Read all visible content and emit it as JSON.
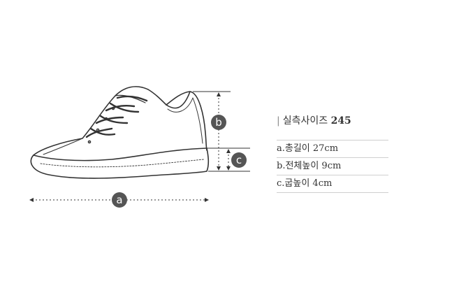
{
  "diagram": {
    "labels": {
      "a": "a",
      "b": "b",
      "c": "c"
    }
  },
  "spec": {
    "heading_prefix": "실측사이즈",
    "size": "245",
    "rows": [
      {
        "text": "a.총길이 27cm"
      },
      {
        "text": "b.전체높이 9cm"
      },
      {
        "text": "c.굽높이 4cm"
      }
    ]
  },
  "colors": {
    "badge": "#555555",
    "line": "#333333"
  }
}
